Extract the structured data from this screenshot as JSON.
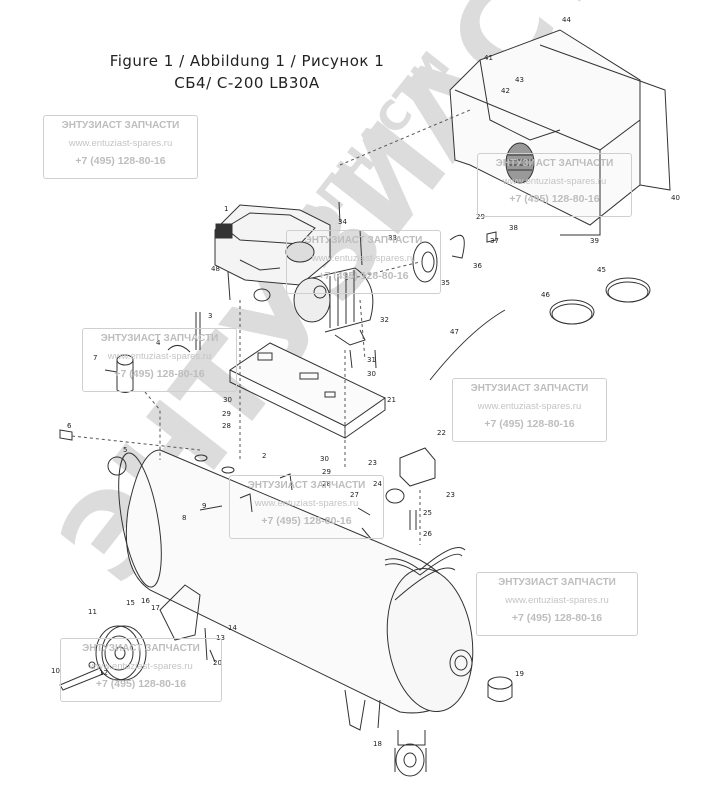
{
  "title_line1": "Figure 1 /  Abbildung 1 /  Рисунок 1",
  "title_line2": "СБ4/ С-200 LB30A",
  "watermark": {
    "company": "ЭНТУЗИАСТ ЗАПЧАСТИ",
    "url": "www.entuziast-spares.ru",
    "phone": "+7 (495) 128-80-16",
    "big_text": "ЭНТУЗИАСТ",
    "big_text_small": "ЗАПЧАСТИ"
  },
  "part_labels": [
    "1",
    "2",
    "3",
    "4",
    "5",
    "6",
    "7",
    "8",
    "9",
    "10",
    "11",
    "12",
    "13",
    "14",
    "15",
    "16",
    "17",
    "18",
    "19",
    "20",
    "21",
    "22",
    "23",
    "24",
    "25",
    "26",
    "27",
    "28",
    "29",
    "30",
    "31",
    "32",
    "33",
    "34",
    "35",
    "36",
    "37",
    "38",
    "39",
    "40",
    "41",
    "42",
    "43",
    "44",
    "45",
    "46",
    "47",
    "48"
  ]
}
